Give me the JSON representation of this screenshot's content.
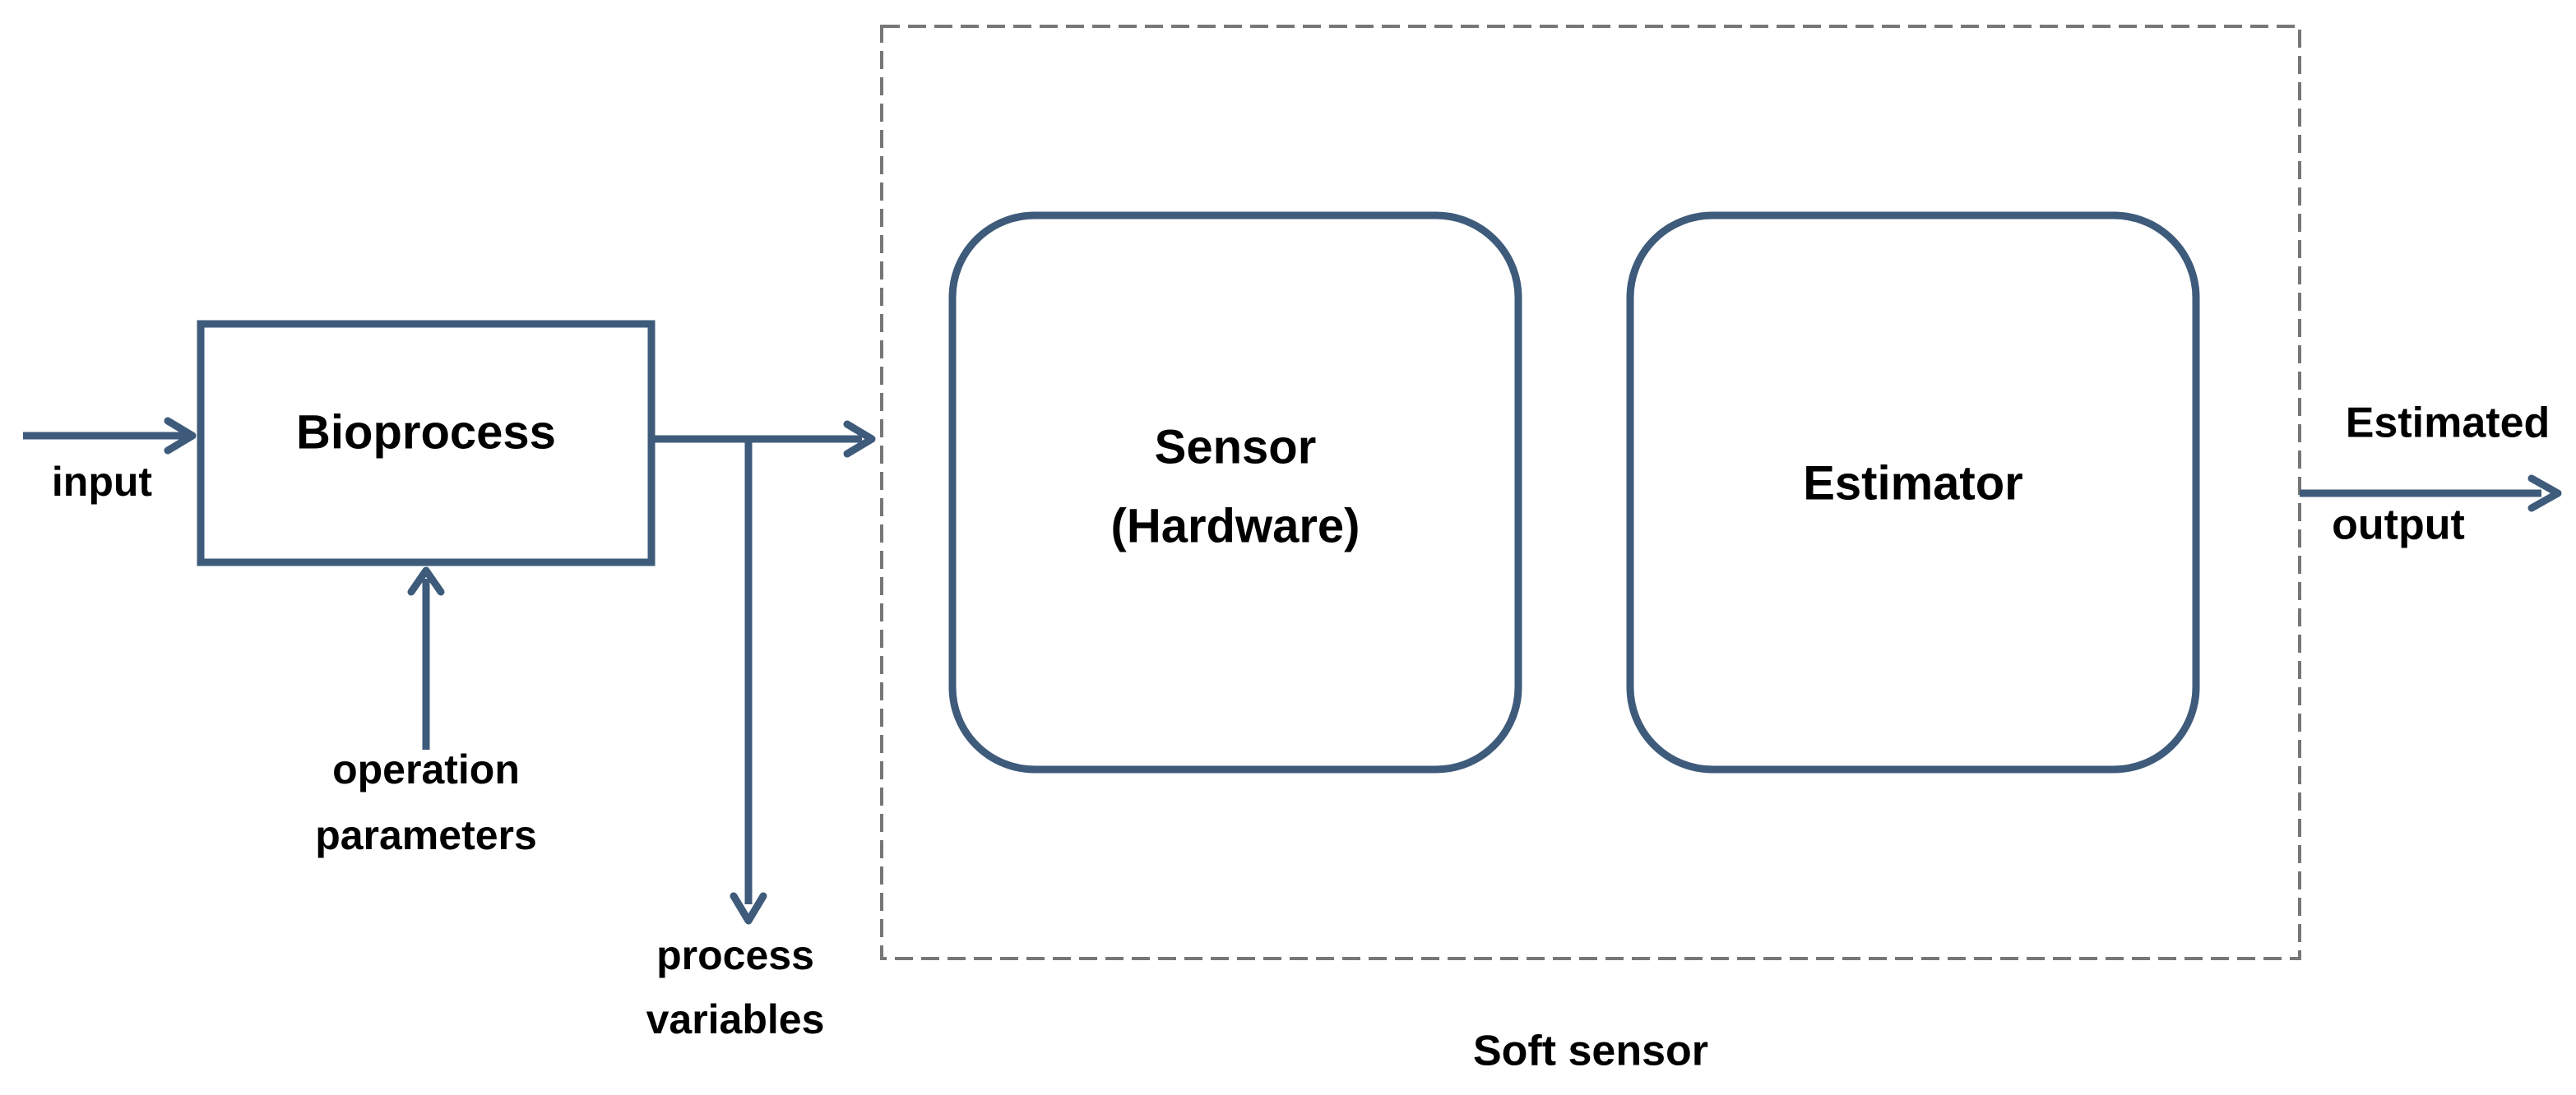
{
  "colors": {
    "stroke": "#3e5b7b",
    "dashed_border": "#777777",
    "text": "#000000",
    "background": "#ffffff"
  },
  "bioprocess": {
    "label": "Bioprocess"
  },
  "inputs": {
    "input_label": "input",
    "operation_line1": "operation",
    "operation_line2": "parameters"
  },
  "outputs": {
    "process_line1": "process",
    "process_line2": "variables",
    "estimated_line1": "Estimated",
    "estimated_line2": "output"
  },
  "soft_sensor": {
    "label": "Soft sensor",
    "sensor_line1": "Sensor",
    "sensor_line2": "(Hardware)",
    "estimator_label": "Estimator"
  }
}
